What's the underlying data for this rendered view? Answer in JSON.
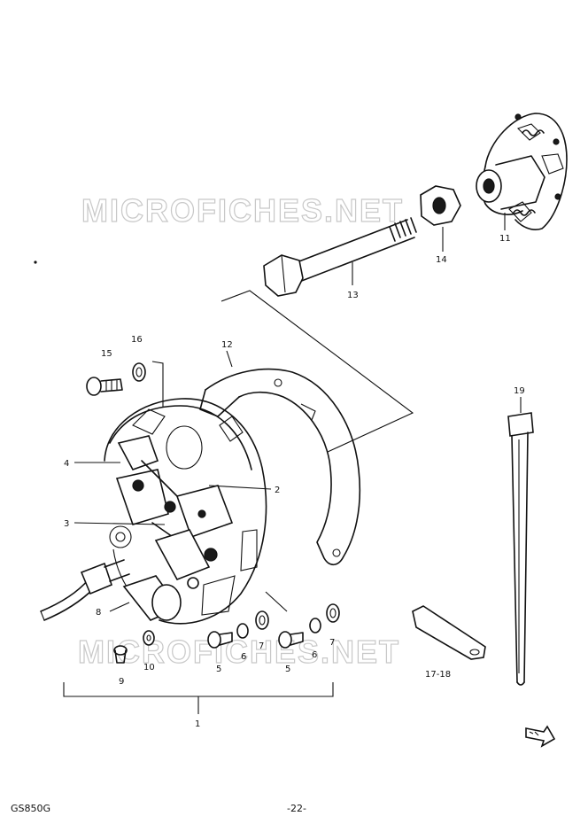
{
  "watermark": "MICROFICHES.NET",
  "footer": {
    "model": "GS850G",
    "page": "-22-"
  },
  "callouts": [
    {
      "id": "c1",
      "text": "1"
    },
    {
      "id": "c2",
      "text": "2"
    },
    {
      "id": "c3",
      "text": "3"
    },
    {
      "id": "c4",
      "text": "4"
    },
    {
      "id": "c5a",
      "text": "5"
    },
    {
      "id": "c5b",
      "text": "5"
    },
    {
      "id": "c6a",
      "text": "6"
    },
    {
      "id": "c6b",
      "text": "6"
    },
    {
      "id": "c7a",
      "text": "7"
    },
    {
      "id": "c7b",
      "text": "7"
    },
    {
      "id": "c8",
      "text": "8"
    },
    {
      "id": "c9",
      "text": "9"
    },
    {
      "id": "c10",
      "text": "10"
    },
    {
      "id": "c11",
      "text": "11"
    },
    {
      "id": "c12",
      "text": "12"
    },
    {
      "id": "c13",
      "text": "13"
    },
    {
      "id": "c14",
      "text": "14"
    },
    {
      "id": "c15",
      "text": "15"
    },
    {
      "id": "c16",
      "text": "16"
    },
    {
      "id": "c17",
      "text": "17-18"
    },
    {
      "id": "c19",
      "text": "19"
    }
  ],
  "icons": {
    "front_arrow": "front-arrow-icon"
  }
}
